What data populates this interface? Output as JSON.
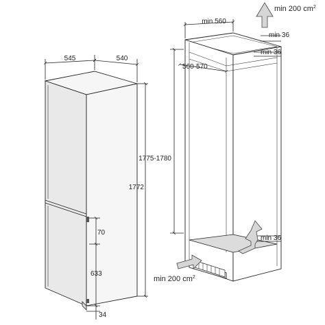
{
  "dimensions": {
    "fridge_width": "545",
    "fridge_depth": "540",
    "fridge_height": "1772",
    "door_gap": "70",
    "lower_door_height": "633",
    "base_height": "34",
    "niche_width": "min 560",
    "niche_depth": "560-570",
    "niche_height": "1775-1780",
    "top_clearance": "min 36",
    "rear_clearance_top": "min 36",
    "rear_clearance_bottom": "min 36"
  },
  "airflow": {
    "top_vent_base": "min 200 cm",
    "top_vent_sup": "2",
    "bottom_vent_base": "min 200 cm",
    "bottom_vent_sup": "2"
  }
}
